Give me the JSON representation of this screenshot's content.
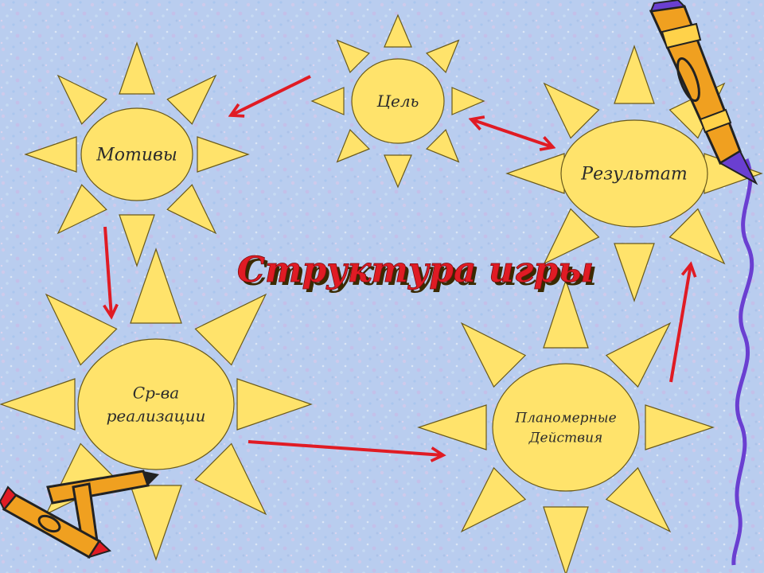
{
  "title": "Структура игры",
  "nodes": {
    "goal": [
      "Цель"
    ],
    "motives": [
      "Мотивы"
    ],
    "result": [
      "Результат"
    ],
    "means": [
      "Ср-ва",
      "реализации"
    ],
    "actions": [
      "Планомерные",
      "Действия"
    ]
  },
  "colors": {
    "background": "#b9cdef",
    "sun_fill": "#ffe36b",
    "sun_stroke": "#6a5a1a",
    "arrow": "#e01b24",
    "title_fill": "#e01b24",
    "title_shadow": "#3a2a00",
    "wave": "#6a3fd1"
  },
  "icons": {
    "decor_top_right": "crayon-icon",
    "decor_bottom_left": "crayons-icon"
  }
}
